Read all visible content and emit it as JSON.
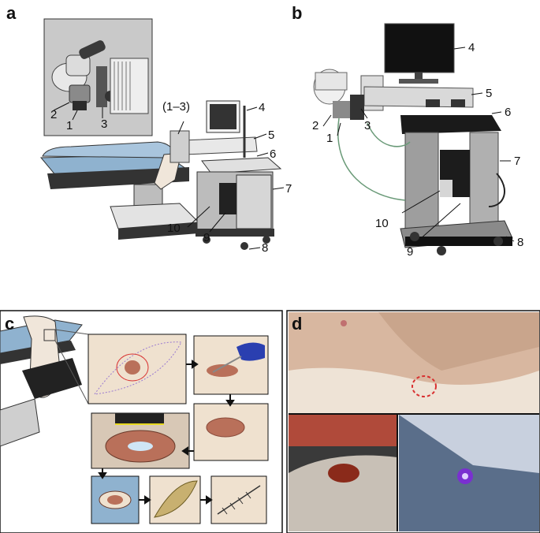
{
  "panels": {
    "a": {
      "letter": "a",
      "labels": [
        "1",
        "2",
        "3",
        "(1–3)",
        "4",
        "5",
        "6",
        "7",
        "8",
        "9",
        "10"
      ]
    },
    "b": {
      "letter": "b",
      "labels": [
        "1",
        "2",
        "3",
        "4",
        "5",
        "6",
        "7",
        "8",
        "9",
        "10"
      ]
    },
    "c": {
      "letter": "c"
    },
    "d": {
      "letter": "d"
    }
  },
  "colors": {
    "gray_device": "#a9a9a9",
    "blue_drape": "#8fb2cf",
    "skin": "#efe1cf",
    "tissue": "#b9705a",
    "glove_blue": "#2a3fb0",
    "marker_red": "#d83030"
  }
}
